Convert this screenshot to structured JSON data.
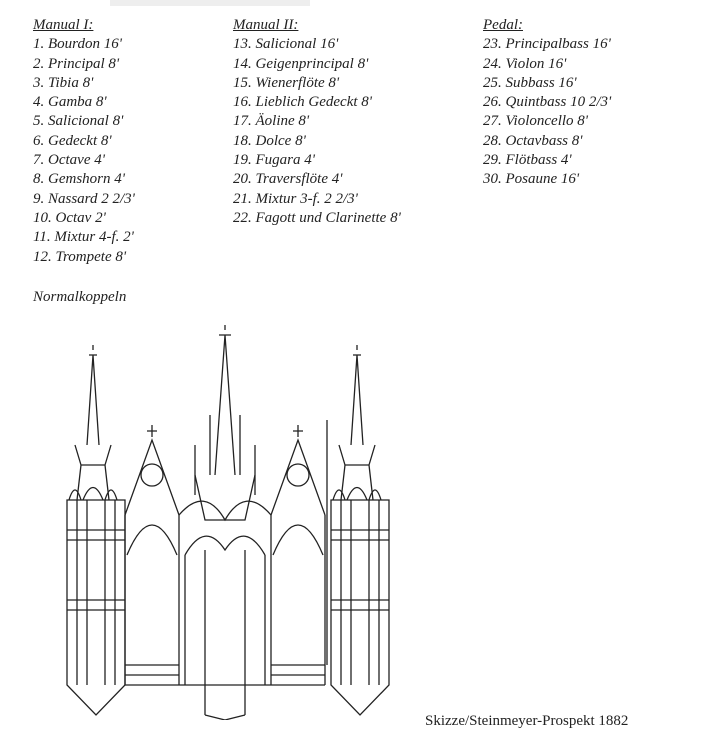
{
  "manual1": {
    "title": "Manual I:",
    "stops": [
      "1. Bourdon 16'",
      "2. Principal 8'",
      "3. Tibia 8'",
      "4. Gamba 8'",
      "5. Salicional 8'",
      "6. Gedeckt 8'",
      "7. Octave 4'",
      "8. Gemshorn 4'",
      "9. Nassard 2 2/3'",
      "10. Octav 2'",
      "11. Mixtur 4-f. 2'",
      "12. Trompete 8'"
    ]
  },
  "manual2": {
    "title": "Manual II:",
    "stops": [
      "13. Salicional 16'",
      "14. Geigenprincipal 8'",
      "15. Wienerflöte 8'",
      "16. Lieblich Gedeckt 8'",
      "17. Äoline 8'",
      "18. Dolce 8'",
      "19. Fugara 4'",
      "20. Traversflöte 4'",
      "21. Mixtur 3-f. 2 2/3'",
      "22. Fagott und Clarinette 8'"
    ]
  },
  "pedal": {
    "title": "Pedal:",
    "stops": [
      "23. Principalbass 16'",
      "24. Violon 16'",
      "25. Subbass 16'",
      "26. Quintbass 10 2/3'",
      "27. Violoncello 8'",
      "28. Octavbass 8'",
      "29. Flötbass 4'",
      "30. Posaune 16'"
    ]
  },
  "coupler": "Normalkoppeln",
  "caption": "Skizze/Steinmeyer-Prospekt 1882"
}
